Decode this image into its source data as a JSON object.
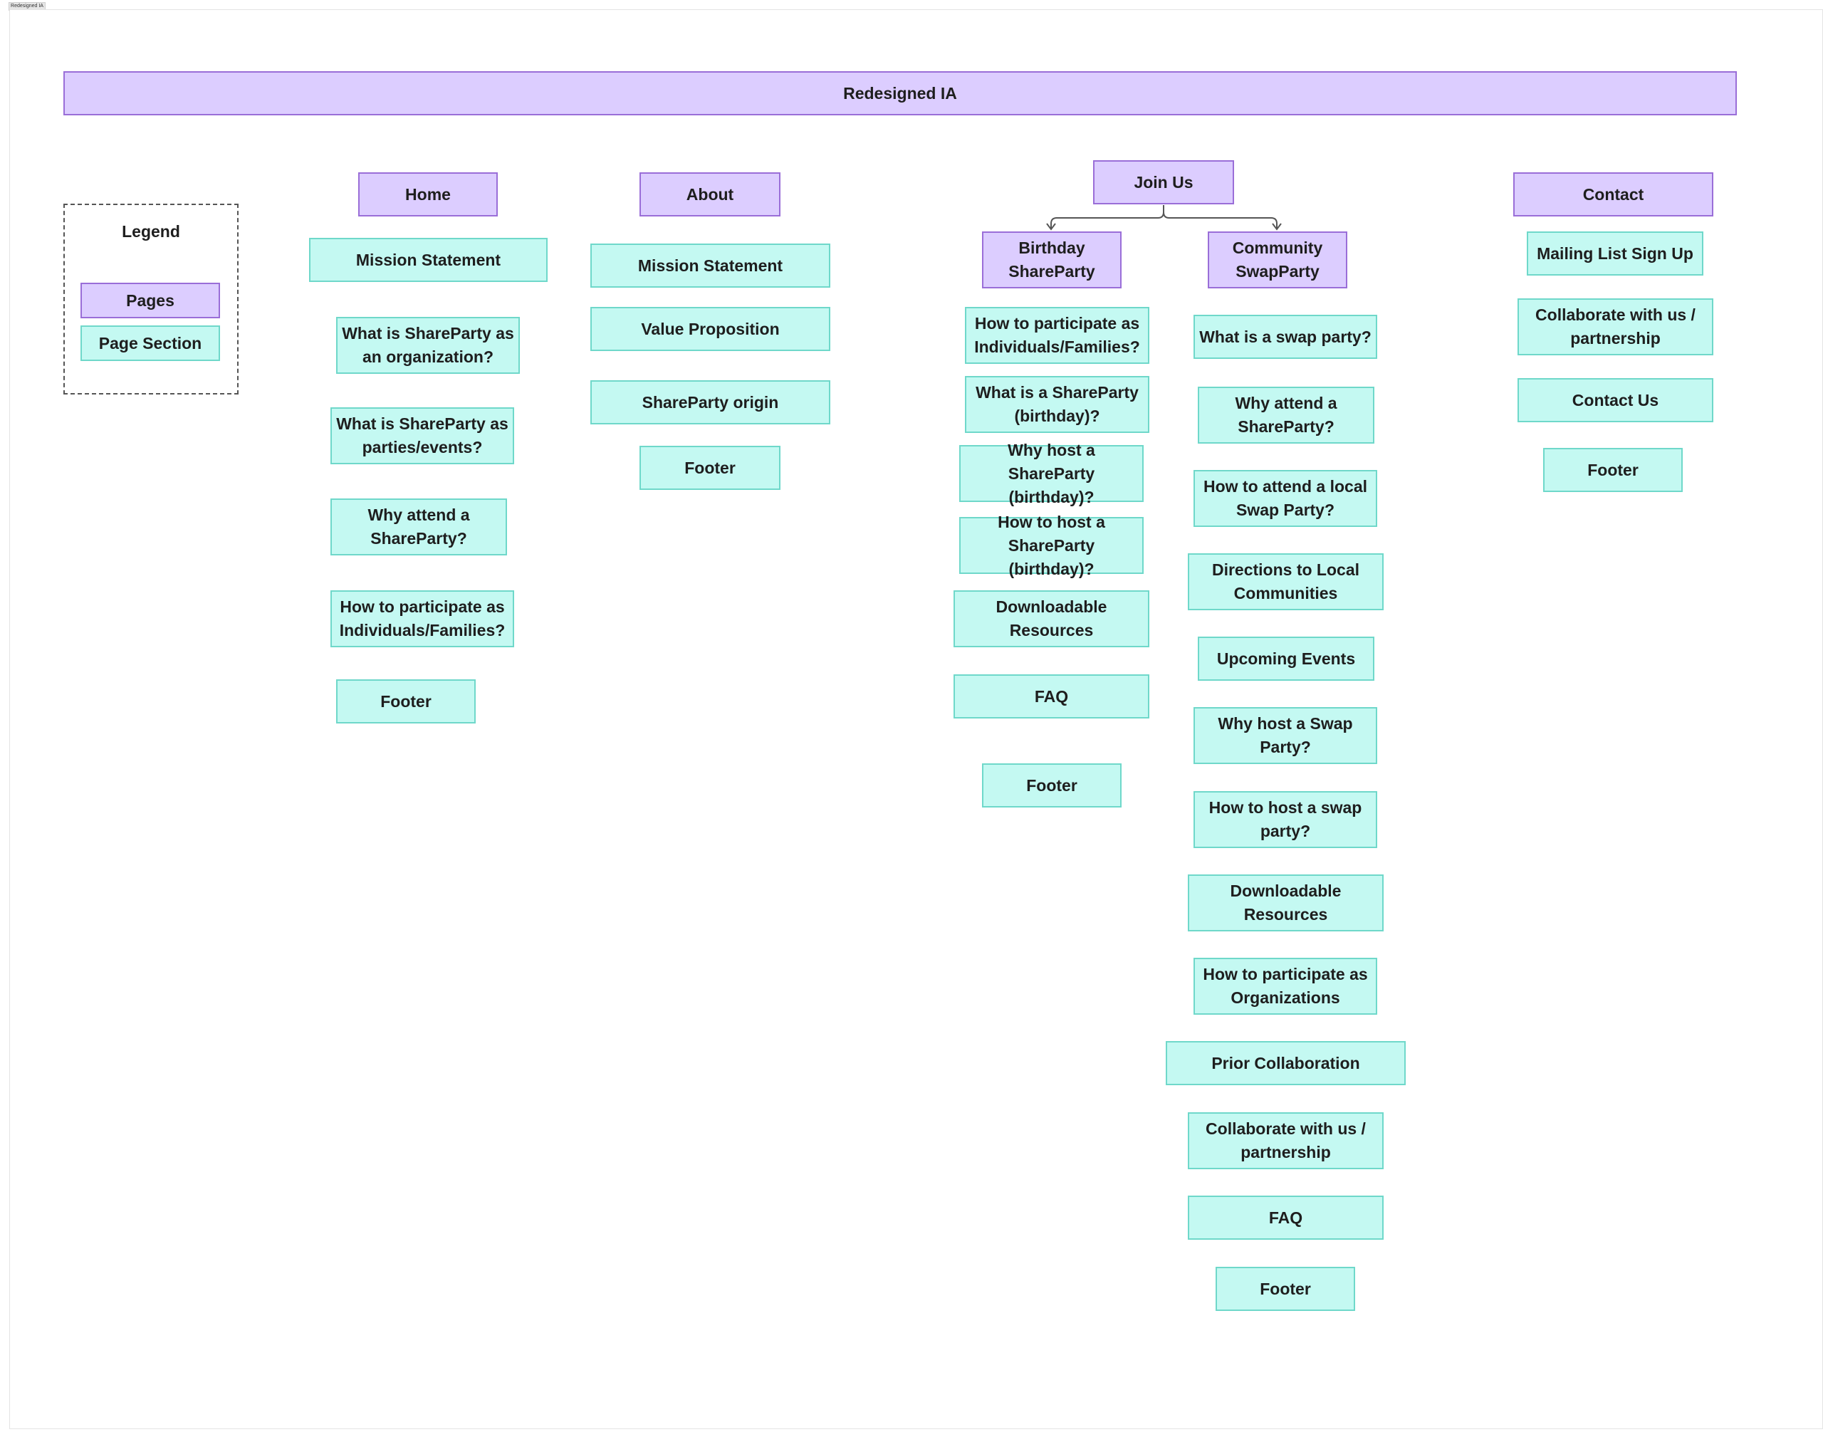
{
  "frame_label": "Redesigned IA",
  "title": "Redesigned IA",
  "legend": {
    "title": "Legend",
    "pages_label": "Pages",
    "section_label": "Page Section"
  },
  "columns": {
    "home": {
      "page": "Home",
      "sections": [
        "Mission Statement",
        "What is ShareParty as an organization?",
        "What is ShareParty as parties/events?",
        "Why attend a ShareParty?",
        "How to participate as Individuals/Families?",
        "Footer"
      ]
    },
    "about": {
      "page": "About",
      "sections": [
        "Mission Statement",
        "Value Proposition",
        "ShareParty origin",
        "Footer"
      ]
    },
    "join": {
      "page": "Join Us",
      "birthday": {
        "page": "Birthday ShareParty",
        "sections": [
          "How to participate as Individuals/Families?",
          "What is a ShareParty (birthday)?",
          "Why host a ShareParty (birthday)?",
          "How to host a ShareParty (birthday)?",
          "Downloadable Resources",
          "FAQ",
          "Footer"
        ]
      },
      "swap": {
        "page": "Community SwapParty",
        "sections": [
          "What is a swap party?",
          "Why attend a ShareParty?",
          "How to attend a local Swap Party?",
          "Directions to Local Communities",
          "Upcoming Events",
          "Why host a Swap Party?",
          "How to host a swap party?",
          "Downloadable Resources",
          "How to participate as Organizations",
          "Prior Collaboration",
          "Collaborate with us / partnership",
          "FAQ",
          "Footer"
        ]
      }
    },
    "contact": {
      "page": "Contact",
      "sections": [
        "Mailing List Sign Up",
        "Collaborate with us / partnership",
        "Contact Us",
        "Footer"
      ]
    }
  },
  "colors": {
    "page_fill": "#dccdff",
    "page_border": "#9a6ed8",
    "section_fill": "#c4f9f2",
    "section_border": "#6fd8ca"
  }
}
